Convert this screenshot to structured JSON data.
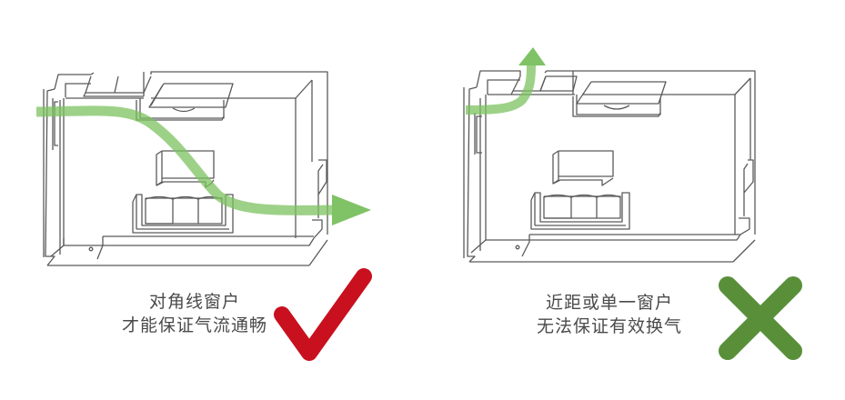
{
  "diagram": {
    "topic": "Room ventilation: window placement and airflow",
    "colors": {
      "background": "#ffffff",
      "line_art": "#555555",
      "airflow_arrow": "#7cc160",
      "check_mark": "#c8101e",
      "cross_mark": "#5a8f3a",
      "caption_text": "#4a4a4a"
    },
    "panels": [
      {
        "id": "good",
        "verdict": "correct",
        "verdict_icon": "check-icon",
        "airflow": "diagonal: enters top-left window, curves across room, exits right-side window",
        "caption": {
          "line1": "对角线窗户",
          "line2": "才能保证气流通畅"
        }
      },
      {
        "id": "bad",
        "verdict": "incorrect",
        "verdict_icon": "cross-icon",
        "airflow": "short-circuit: enters left, turns up and exits the nearby top window",
        "caption": {
          "line1": "近距或单一窗户",
          "line2": "无法保证有效换气"
        }
      }
    ]
  }
}
